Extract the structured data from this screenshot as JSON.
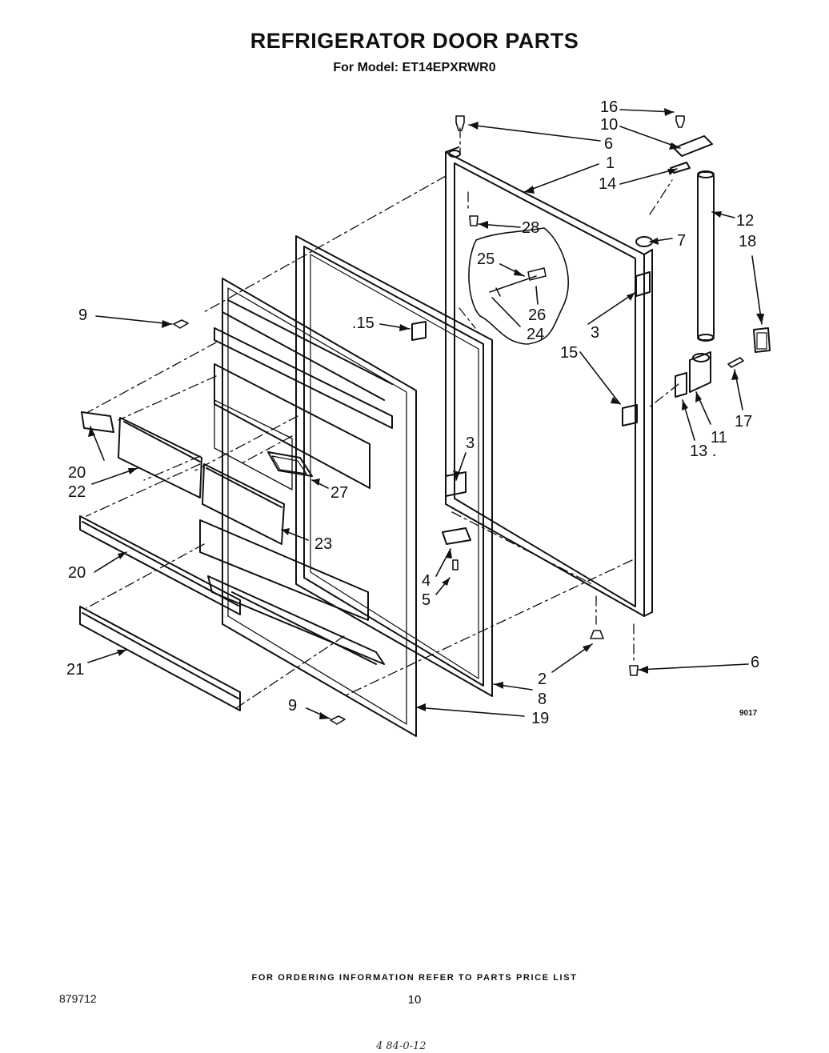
{
  "page": {
    "title": "REFRIGERATOR DOOR PARTS",
    "subtitle": "For Model: ET14EPXRWR0",
    "diagram_code": "9017",
    "footer_note": "FOR ORDERING INFORMATION REFER TO PARTS PRICE LIST",
    "doc_number": "879712",
    "page_number": "10",
    "handwritten": "4 84-0-12"
  },
  "callouts": [
    {
      "id": "c16",
      "text": "16"
    },
    {
      "id": "c10",
      "text": "10"
    },
    {
      "id": "c6a",
      "text": "6"
    },
    {
      "id": "c1",
      "text": "1"
    },
    {
      "id": "c14",
      "text": "14"
    },
    {
      "id": "c12",
      "text": "12"
    },
    {
      "id": "c28",
      "text": "28"
    },
    {
      "id": "c7",
      "text": "7"
    },
    {
      "id": "c18",
      "text": "18"
    },
    {
      "id": "c25",
      "text": "25"
    },
    {
      "id": "c26",
      "text": "26"
    },
    {
      "id": "c24",
      "text": "24"
    },
    {
      "id": "c9a",
      "text": "9"
    },
    {
      "id": "c15a",
      "text": ".15"
    },
    {
      "id": "c3a",
      "text": "3"
    },
    {
      "id": "c15b",
      "text": "15"
    },
    {
      "id": "c17",
      "text": "17"
    },
    {
      "id": "c11",
      "text": "11"
    },
    {
      "id": "c13",
      "text": "13 ."
    },
    {
      "id": "c20a",
      "text": "20"
    },
    {
      "id": "c22",
      "text": "22"
    },
    {
      "id": "c3b",
      "text": "3"
    },
    {
      "id": "c27",
      "text": "27"
    },
    {
      "id": "c23",
      "text": "23"
    },
    {
      "id": "c20b",
      "text": "20"
    },
    {
      "id": "c4",
      "text": "4"
    },
    {
      "id": "c5",
      "text": "5"
    },
    {
      "id": "c21",
      "text": "21"
    },
    {
      "id": "c2",
      "text": "2"
    },
    {
      "id": "c6b",
      "text": "6"
    },
    {
      "id": "c8",
      "text": "8"
    },
    {
      "id": "c9b",
      "text": "9"
    },
    {
      "id": "c19",
      "text": "19"
    }
  ]
}
